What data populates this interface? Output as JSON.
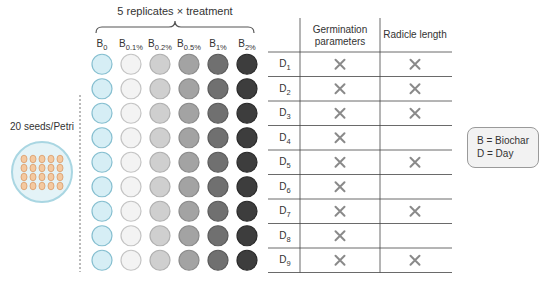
{
  "diagram": {
    "nodes": [
      {
        "text": [
          "B = Biochar",
          "D = Day"
        ]
      }
    ],
    "labels": [
      "5 replicates × treatment",
      "B0",
      "B0.1%",
      "B0.2%",
      "B0.5%",
      "B1%",
      "B2%",
      "Germination parameters",
      "Radicle length",
      "D1",
      "D2",
      "D3",
      "D4",
      "D5",
      "D6",
      "D7",
      "D8",
      "D9",
      "20 seeds/Petri"
    ]
  }
}
